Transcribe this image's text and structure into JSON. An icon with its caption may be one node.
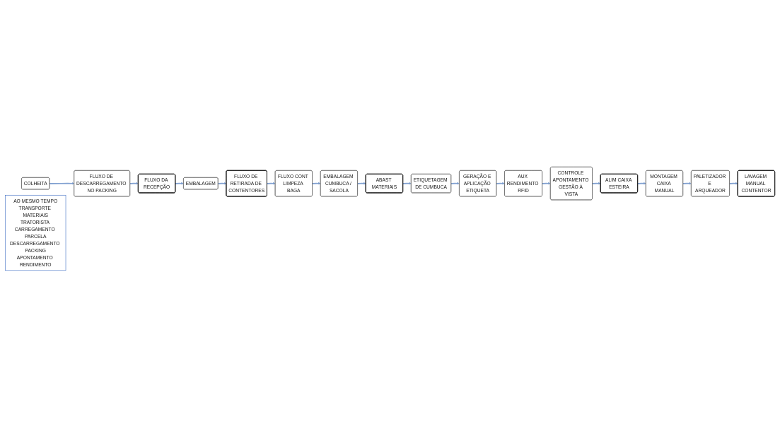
{
  "diagram": {
    "nodes": [
      {
        "text": [
          "COLHEITA"
        ]
      },
      {
        "text": [
          "FLUXO DE DESCARREGAMENTO NO PACKING"
        ]
      },
      {
        "text": [
          "FLUXO DA RECEPÇÃO"
        ]
      },
      {
        "text": [
          "EMBALAGEM"
        ]
      },
      {
        "text": [
          "FLUXO DE RETIRADA DE CONTENTORES"
        ]
      },
      {
        "text": [
          "FLUXO CONT LIMPEZA BAGA"
        ]
      },
      {
        "text": [
          "EMBALAGEM CUMBUCA / SACOLA"
        ]
      },
      {
        "text": [
          "ABAST MATERIAIS"
        ]
      },
      {
        "text": [
          "ETIQUETAGEM DE CUMBUCA"
        ]
      },
      {
        "text": [
          "GERAÇÃO E APLICAÇÃO ETIQUETA"
        ]
      },
      {
        "text": [
          "AUX RENDIMENTO RFID"
        ]
      },
      {
        "text": [
          "CONTROLE APONTAMENTO GESTÃO À VISTA"
        ]
      },
      {
        "text": [
          "ALIM CAIXA ESTEIRA"
        ]
      },
      {
        "text": [
          "MONTAGEM CAIXA MANUAL"
        ]
      },
      {
        "text": [
          "PALETIZADOR E ARQUEADOR"
        ]
      },
      {
        "text": [
          "LAVAGEM MANUAL CONTENTOR"
        ]
      },
      {
        "text": [
          "AO MESMO TEMPO",
          "TRANSPORTE MATERIAIS",
          "TRATORISTA CARREGAMENTO PARCELA",
          "DESCARREGAMENTO PACKING",
          "APONTAMENTO RENDIMENTO"
        ]
      }
    ],
    "edges": [
      {
        "from": 0,
        "to": 1,
        "arrow": "to"
      },
      {
        "from": 1,
        "to": 2,
        "arrow": "to"
      },
      {
        "from": 2,
        "to": 3,
        "arrow": "to"
      },
      {
        "from": 3,
        "to": 4,
        "arrow": "to"
      },
      {
        "from": 4,
        "to": 5,
        "arrow": "to"
      },
      {
        "from": 5,
        "to": 6,
        "arrow": "to"
      },
      {
        "from": 6,
        "to": 7,
        "arrow": "to"
      },
      {
        "from": 7,
        "to": 8,
        "arrow": "to"
      },
      {
        "from": 8,
        "to": 9,
        "arrow": "to"
      },
      {
        "from": 9,
        "to": 10,
        "arrow": "to"
      },
      {
        "from": 10,
        "to": 11,
        "arrow": "to"
      },
      {
        "from": 11,
        "to": 12,
        "arrow": "to"
      },
      {
        "from": 12,
        "to": 13,
        "arrow": "to"
      },
      {
        "from": 13,
        "to": 14,
        "arrow": "to"
      },
      {
        "from": 14,
        "to": 15,
        "arrow": "to"
      }
    ]
  }
}
